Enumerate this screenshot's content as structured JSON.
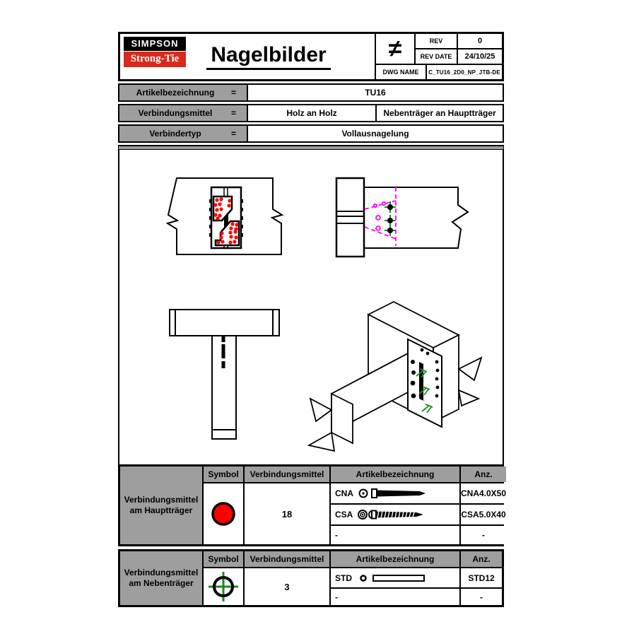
{
  "header": {
    "logo_line1": "SIMPSON",
    "logo_line2": "Strong-Tie",
    "title": "Nagelbilder",
    "not_equal_symbol": "≠",
    "rev_label": "REV",
    "rev_value": "0",
    "rev_date_label": "REV DATE",
    "rev_date_value": "24/10/25",
    "dwg_name_label": "DWG NAME",
    "dwg_name_value": "C_TU16_2D0_NP_JTB-DE"
  },
  "info": {
    "rows": [
      {
        "label": "Artikelbezeichnung",
        "eq": "=",
        "values": [
          "TU16"
        ]
      },
      {
        "label": "Verbindungsmittel",
        "eq": "=",
        "values": [
          "Holz an Holz",
          "Nebenträger an Hauptträger"
        ]
      },
      {
        "label": "Verbindertyp",
        "eq": "=",
        "values": [
          "Vollausnagelung"
        ]
      }
    ]
  },
  "tables": [
    {
      "row_header_line1": "Verbindungsmittel",
      "row_header_line2": "am Hauptträger",
      "columns": [
        "Symbol",
        "Verbindungsmittel",
        "Artikelbezeichnung",
        "Anz."
      ],
      "symbol": "red-filled-circle",
      "rows": [
        {
          "code": "CNA",
          "icon": "nail",
          "article": "CNA4.0X50"
        },
        {
          "code": "CSA",
          "icon": "screw",
          "article": "CSA5.0X40"
        },
        {
          "code": "-",
          "icon": "",
          "article": "-"
        }
      ],
      "qty": "18"
    },
    {
      "row_header_line1": "Verbindungsmittel",
      "row_header_line2": "am Nebenträger",
      "columns": [
        "Symbol",
        "Verbindungsmittel",
        "Artikelbezeichnung",
        "Anz."
      ],
      "symbol": "green-crosshair-circle",
      "rows": [
        {
          "code": "STD",
          "icon": "dowel",
          "article": "STD12"
        },
        {
          "code": "-",
          "icon": "",
          "article": "-"
        }
      ],
      "qty": "3"
    }
  ],
  "colors": {
    "brand_red": "#da291c",
    "nail_red": "#ff0000",
    "hidden_magenta": "#ff00ff",
    "marker_green": "#1e8b1e",
    "panel_gray": "#9e9e9e"
  }
}
